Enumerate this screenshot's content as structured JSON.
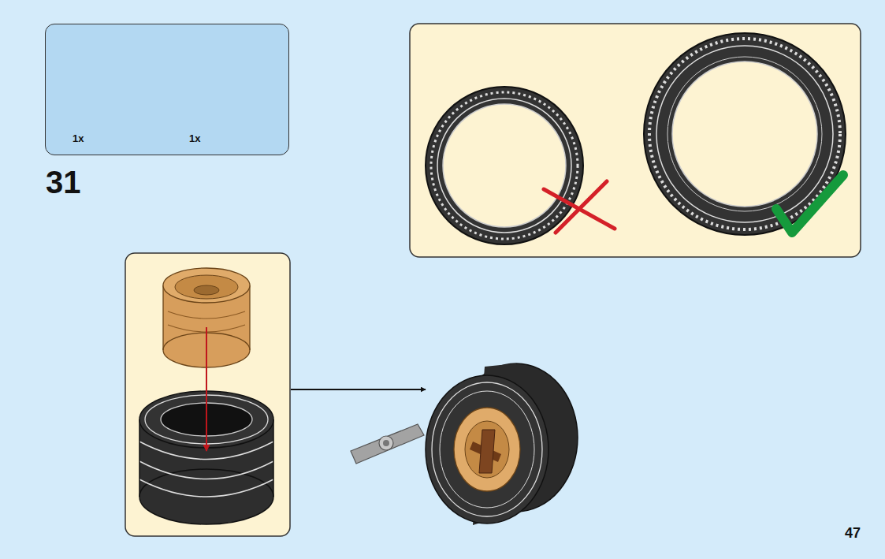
{
  "diagram": {
    "nodes": [
      {
        "text": [
          "1x",
          "1x"
        ]
      }
    ],
    "labels": [
      "31",
      "47"
    ]
  }
}
